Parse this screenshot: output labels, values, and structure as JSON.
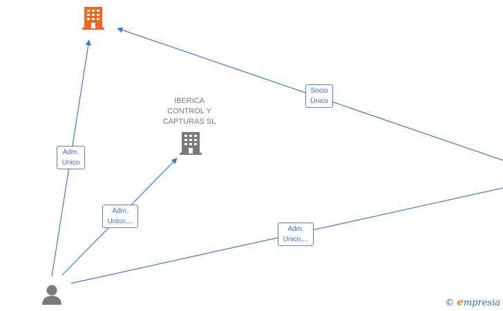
{
  "nodes": {
    "company_top": {
      "label": "",
      "icon": "building-icon",
      "color": "#f26522"
    },
    "company_middle": {
      "label_lines": [
        "IBERICA",
        "CONTROL Y",
        "CAPTURAS  SL"
      ],
      "icon": "building-icon",
      "color": "#7a7a7a"
    },
    "person": {
      "label": "",
      "icon": "person-icon",
      "color": "#7a7a7a"
    }
  },
  "edges": [
    {
      "label_lines": [
        "Adm.",
        "Unico"
      ]
    },
    {
      "label_lines": [
        "Adm.",
        "Unico,..."
      ]
    },
    {
      "label_lines": [
        "Socio",
        "Único"
      ]
    },
    {
      "label_lines": [
        "Adm.",
        "Unico,..."
      ]
    }
  ],
  "edge_color": "#3a78d8",
  "brand": {
    "copyright": "©",
    "initial": "e",
    "name": "mpresia"
  }
}
